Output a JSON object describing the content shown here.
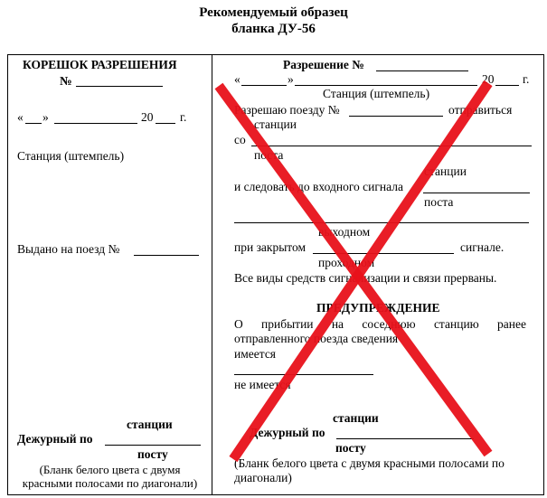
{
  "header": {
    "line1": "Рекомендуемый образец",
    "line2": "бланка ДУ-56"
  },
  "stub": {
    "title": "КОРЕШОК РАЗРЕШЕНИЯ",
    "number_label": "№",
    "date_open": "«",
    "date_close": "»",
    "year_prefix": "20",
    "year_suffix": "г.",
    "station_stamp": "Станция (штемпель)",
    "issued": "Выдано на поезд №",
    "duty_top": "станции",
    "duty_label": "Дежурный по",
    "duty_bottom": "посту",
    "note1": "(Бланк белого цвета с двумя",
    "note2": "красными полосами по диагонали)"
  },
  "permit": {
    "title": "Разрешение №",
    "date_open": "«",
    "date_close": "»",
    "year_prefix": "20",
    "year_suffix": "г.",
    "station_stamp": "Станция (штемпель)",
    "allow_a": "Разрешаю поезду №",
    "allow_b": "отправиться",
    "station_sub1": "станции",
    "from": "со",
    "post_sub1": "поста",
    "station_sub2": "станции",
    "follow": "и следовать до входного сигнала",
    "post_sub2": "поста",
    "exit_sub": "выходном",
    "closed": "при закрытом",
    "signal": "сигнале.",
    "pass_sub": "проходном",
    "all_signals": "Все виды средств сигнализации и связи прерваны.",
    "warning": "ПРЕДУПРЕЖДЕНИЕ",
    "arrival_1": "О прибытии на соседнюю станцию ранее",
    "arrival_2": "отправленного поезда сведения",
    "has": "имеется",
    "has_not": "не имеется",
    "duty_top": "станции",
    "duty_label": "Дежурный по",
    "duty_bottom": "посту",
    "note1": "(Бланк белого цвета с двумя красными полосами по",
    "note2": "диагонали)"
  },
  "colors": {
    "stripes": "#e8111a"
  }
}
